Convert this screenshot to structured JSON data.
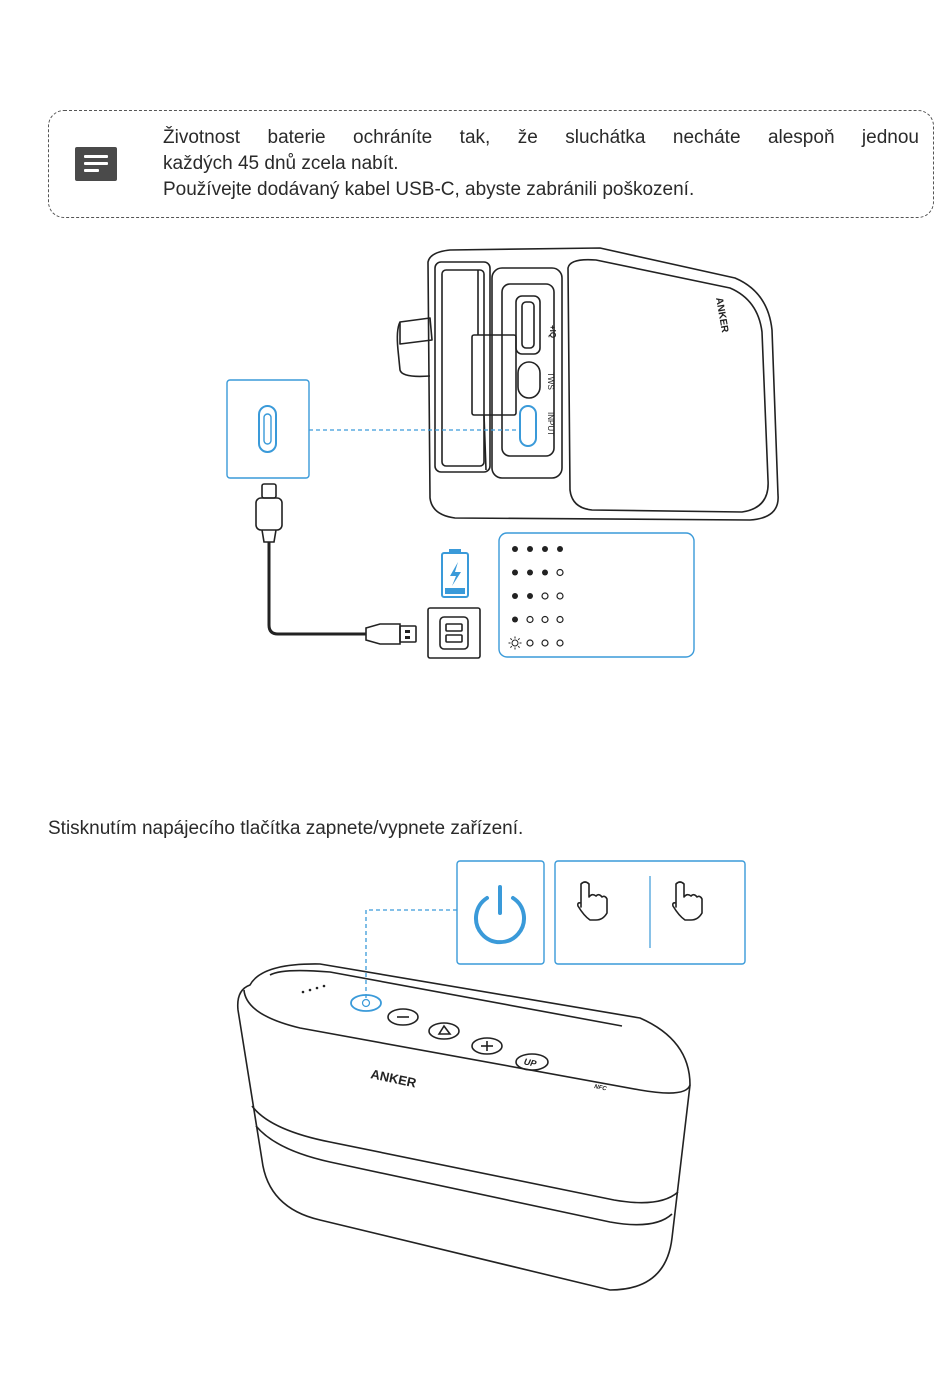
{
  "note": {
    "icon": "note-icon",
    "line1": "Životnost baterie ochráníte tak, že sluchátka necháte alespoň jednou",
    "line2": "každých 45 dnů zcela nabít.",
    "line3": "Používejte dodávaný kabel USB-C, abyste zabránili poškození."
  },
  "charging_figure": {
    "port_labels": {
      "aux": "+IQ",
      "tws": "TWS",
      "input": "INPUT"
    },
    "brand_side": "ANKER",
    "battery_levels": [
      {
        "filled": 4,
        "empty": 0,
        "blinking": false
      },
      {
        "filled": 3,
        "empty": 1,
        "blinking": false
      },
      {
        "filled": 2,
        "empty": 2,
        "blinking": false
      },
      {
        "filled": 1,
        "empty": 3,
        "blinking": false
      },
      {
        "filled": 0,
        "empty": 3,
        "blinking": true
      }
    ],
    "accent_color": "#3a9ad9"
  },
  "power_instruction": "Stisknutím napájecího tlačítka zapnete/vypnete zařízení.",
  "power_figure": {
    "brand": "ANKER",
    "nfc_label": "NFC",
    "up_label": "UP",
    "icons": [
      "power-icon",
      "hand-press-icon",
      "hand-press-icon"
    ]
  }
}
